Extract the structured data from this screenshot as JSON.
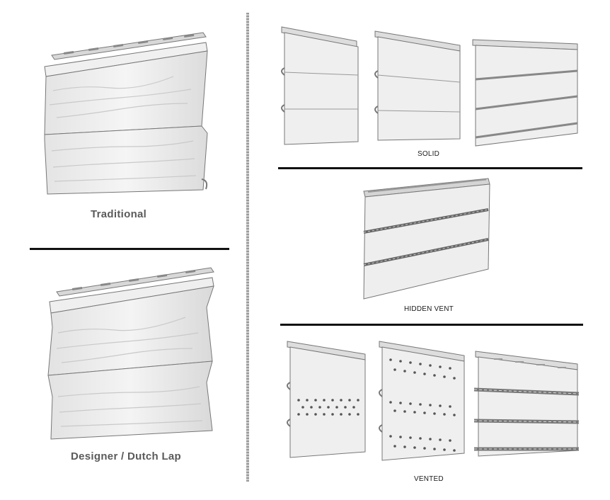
{
  "left_panel": {
    "traditional_caption": "Traditional",
    "dutch_lap_caption": "Designer / Dutch Lap"
  },
  "right_panel": {
    "solid_caption": "SOLID",
    "hidden_vent_caption": "HIDDEN VENT",
    "vented_caption": "VENTED"
  },
  "colors": {
    "panel_fill": "#ececec",
    "panel_edge": "#6f6f6f",
    "divider": "#111111"
  }
}
